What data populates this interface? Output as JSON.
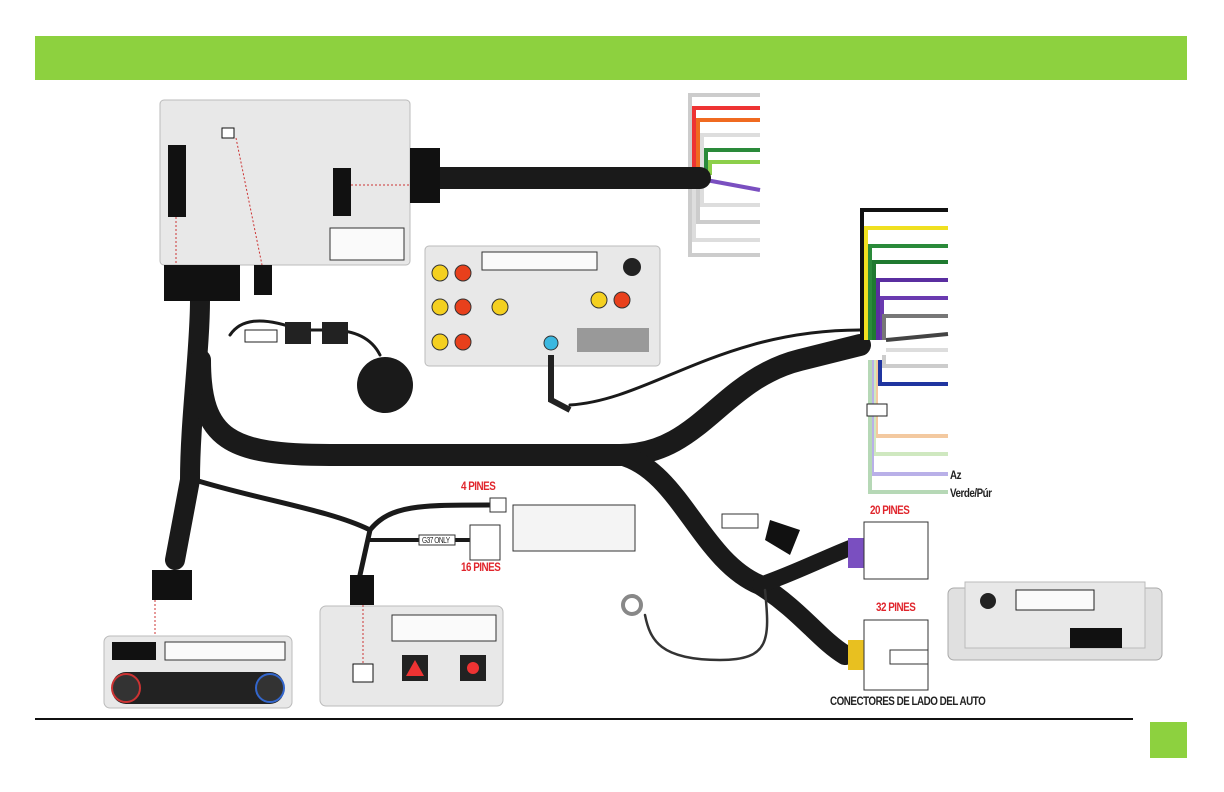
{
  "colors": {
    "accent": "#8dd13f",
    "label_red": "#e0252c",
    "harness": "#1a1a1a"
  },
  "labels": {
    "pins_4": "4 PINES",
    "pins_16": "16 PINES",
    "pins_20": "20 PINES",
    "pins_32": "32 PINES",
    "g37_only": "G37 ONLY",
    "wire_az": "Az",
    "wire_verde_pur": "Verde/Púr",
    "car_side_connectors": "CONECTORES DE LADO DEL AUTO"
  }
}
